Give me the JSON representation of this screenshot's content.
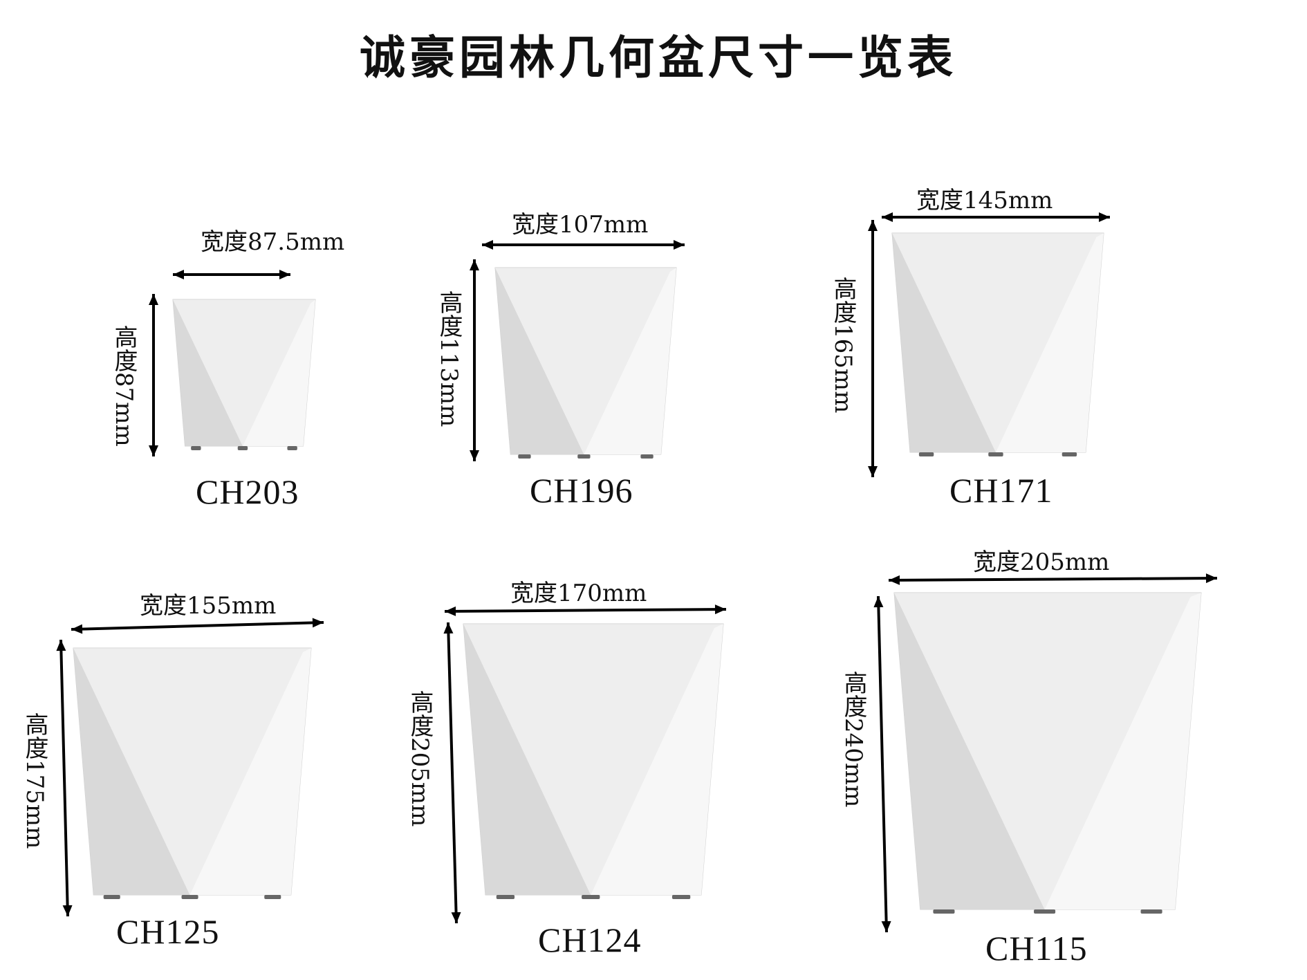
{
  "title": "诚豪园林几何盆尺寸一览表",
  "colors": {
    "arrow": "#000000",
    "pot_left_face": "#d9d9d9",
    "pot_mid_face": "#eeeeee",
    "pot_right_face": "#f7f7f7",
    "pot_foot": "#666666"
  },
  "pots": [
    {
      "model": "CH203",
      "width_label": "宽度87.5mm",
      "height_label": "高度87mm"
    },
    {
      "model": "CH196",
      "width_label": "宽度107mm",
      "height_label": "高度113mm"
    },
    {
      "model": "CH171",
      "width_label": "宽度145mm",
      "height_label": "高度165mm"
    },
    {
      "model": "CH125",
      "width_label": "宽度155mm",
      "height_label": "高度175mm"
    },
    {
      "model": "CH124",
      "width_label": "宽度170mm",
      "height_label": "高度205mm"
    },
    {
      "model": "CH115",
      "width_label": "宽度205mm",
      "height_label": "高度240mm"
    }
  ]
}
